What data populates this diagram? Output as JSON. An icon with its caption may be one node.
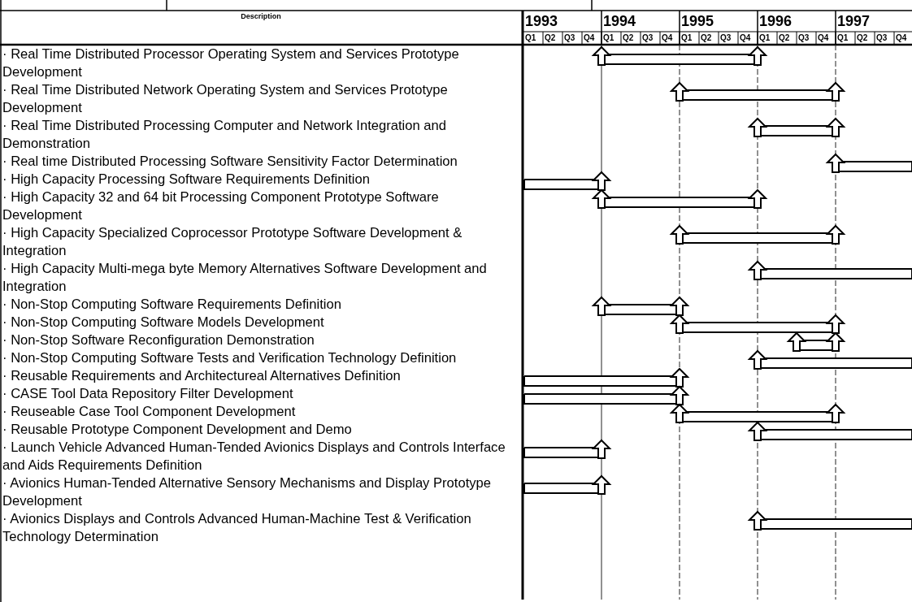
{
  "diagram": {
    "nodes": [
      {
        "text": [],
        "shape": "arrow"
      },
      {
        "text": [],
        "shape": "arrow"
      },
      {
        "text": [],
        "shape": "arrow"
      },
      {
        "text": [],
        "shape": "arrow"
      },
      {
        "text": [],
        "shape": "arrow"
      },
      {
        "text": [],
        "shape": "arrow"
      },
      {
        "text": [],
        "shape": "arrow"
      },
      {
        "text": [],
        "shape": "arrow"
      },
      {
        "text": [],
        "shape": "arrow"
      },
      {
        "text": [],
        "shape": "arrow"
      },
      {
        "text": [],
        "shape": "arrow"
      },
      {
        "text": [],
        "shape": "arrow"
      },
      {
        "text": [],
        "shape": "arrow"
      },
      {
        "text": [],
        "shape": "arrow"
      },
      {
        "text": [],
        "shape": "arrow"
      },
      {
        "text": [],
        "shape": "arrow"
      },
      {
        "text": [],
        "shape": "arrow"
      },
      {
        "text": [],
        "shape": "arrow"
      },
      {
        "text": [],
        "shape": "arrow"
      },
      {
        "text": [],
        "shape": "arrow"
      },
      {
        "text": [],
        "shape": "arrow"
      },
      {
        "text": [],
        "shape": "arrow"
      },
      {
        "text": [],
        "shape": "arrow"
      },
      {
        "text": [],
        "shape": "arrow"
      },
      {
        "text": [],
        "shape": "arrow"
      },
      {
        "text": [],
        "shape": "arrow"
      },
      {
        "text": [],
        "shape": "arrow"
      },
      {
        "text": [],
        "shape": "arrow"
      }
    ],
    "edges": [
      {
        "from": 0,
        "to": 1,
        "arrow": "none"
      },
      {
        "from": 2,
        "to": 3,
        "arrow": "none"
      },
      {
        "from": 4,
        "to": 5,
        "arrow": "none"
      },
      {
        "from": 6,
        "to": null,
        "arrow": "none"
      },
      {
        "from": null,
        "to": 7,
        "arrow": "none"
      },
      {
        "from": 8,
        "to": 9,
        "arrow": "none"
      },
      {
        "from": 10,
        "to": 11,
        "arrow": "none"
      },
      {
        "from": 12,
        "to": null,
        "arrow": "none"
      },
      {
        "from": 13,
        "to": 14,
        "arrow": "none"
      },
      {
        "from": 15,
        "to": 16,
        "arrow": "none"
      },
      {
        "from": 17,
        "to": 18,
        "arrow": "none"
      },
      {
        "from": 19,
        "to": null,
        "arrow": "none"
      },
      {
        "from": null,
        "to": 20,
        "arrow": "none"
      },
      {
        "from": null,
        "to": 21,
        "arrow": "none"
      },
      {
        "from": 22,
        "to": 23,
        "arrow": "none"
      },
      {
        "from": 24,
        "to": null,
        "arrow": "none"
      },
      {
        "from": null,
        "to": 25,
        "arrow": "none"
      },
      {
        "from": null,
        "to": 26,
        "arrow": "none"
      },
      {
        "from": 27,
        "to": null,
        "arrow": "none"
      }
    ],
    "labels": [
      "Description",
      "1993",
      "1994",
      "1995",
      "1996",
      "1997",
      "Q1",
      "Q2",
      "Q3",
      "Q4",
      "Q1",
      "Q2",
      "Q3",
      "Q4",
      "Q1",
      "Q2",
      "Q3",
      "Q4",
      "Q1",
      "Q2",
      "Q3",
      "Q4",
      "Q1",
      "Q2",
      "Q3",
      "Q4",
      "· Real Time Distributed Processor Operating System and Services Prototype Development",
      "· Real Time Distributed Network Operating System and Services Prototype Development",
      "· Real Time Distributed Processing Computer and Network Integration and Demonstration",
      "· Real time Distributed Processing Software Sensitivity Factor Determination",
      "· High Capacity Processing Software Requirements Definition",
      "· High Capacity 32 and 64 bit Processing Component Prototype Software Development",
      "· High Capacity Specialized Coprocessor Prototype Software Development & Integration",
      "· High Capacity Multi-mega byte Memory Alternatives Software Development and Integration",
      "· Non-Stop Computing Software Requirements Definition",
      "· Non-Stop Computing Software Models Development",
      "· Non-Stop Software Reconfiguration Demonstration",
      "· Non-Stop Computing Software Tests and Verification Technology Definition",
      "· Reusable Requirements and Architectureal Alternatives Definition",
      "· CASE Tool Data Repository Filter Development",
      "· Reuseable Case Tool Component Development",
      "· Reusable Prototype Component Development and Demo",
      "· Launch Vehicle Advanced Human-Tended Avionics Displays and Controls Interface and Aids Requirements Definition",
      "· Avionics Human-Tended Alternative Sensory Mechanisms and Display Prototype Development",
      "· Avionics Displays and Controls Advanced Human-Machine Test & Verification Technology Determination"
    ]
  }
}
